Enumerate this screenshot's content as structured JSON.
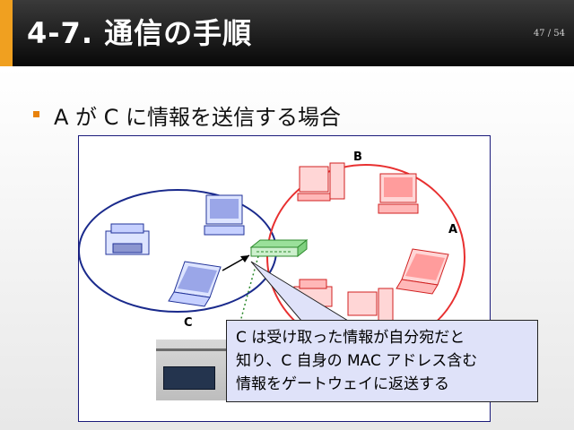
{
  "slide": {
    "title": "4-7. 通信の手順",
    "page": "47 / 54",
    "bullet": "A が C に情報を送信する場合"
  },
  "diagram": {
    "labels": {
      "a": "A",
      "b": "B",
      "c": "C"
    },
    "colors": {
      "left_network": "#1a2a8c",
      "right_network": "#e83030",
      "gateway": "#2d8a2d"
    },
    "callout_lines": [
      "C は受け取った情報が自分宛だと",
      "知り、C 自身の MAC アドレス含む",
      "情報をゲートウェイに返送する"
    ]
  },
  "theme": {
    "accent": "#f0a020",
    "header_bg": "#111111"
  }
}
